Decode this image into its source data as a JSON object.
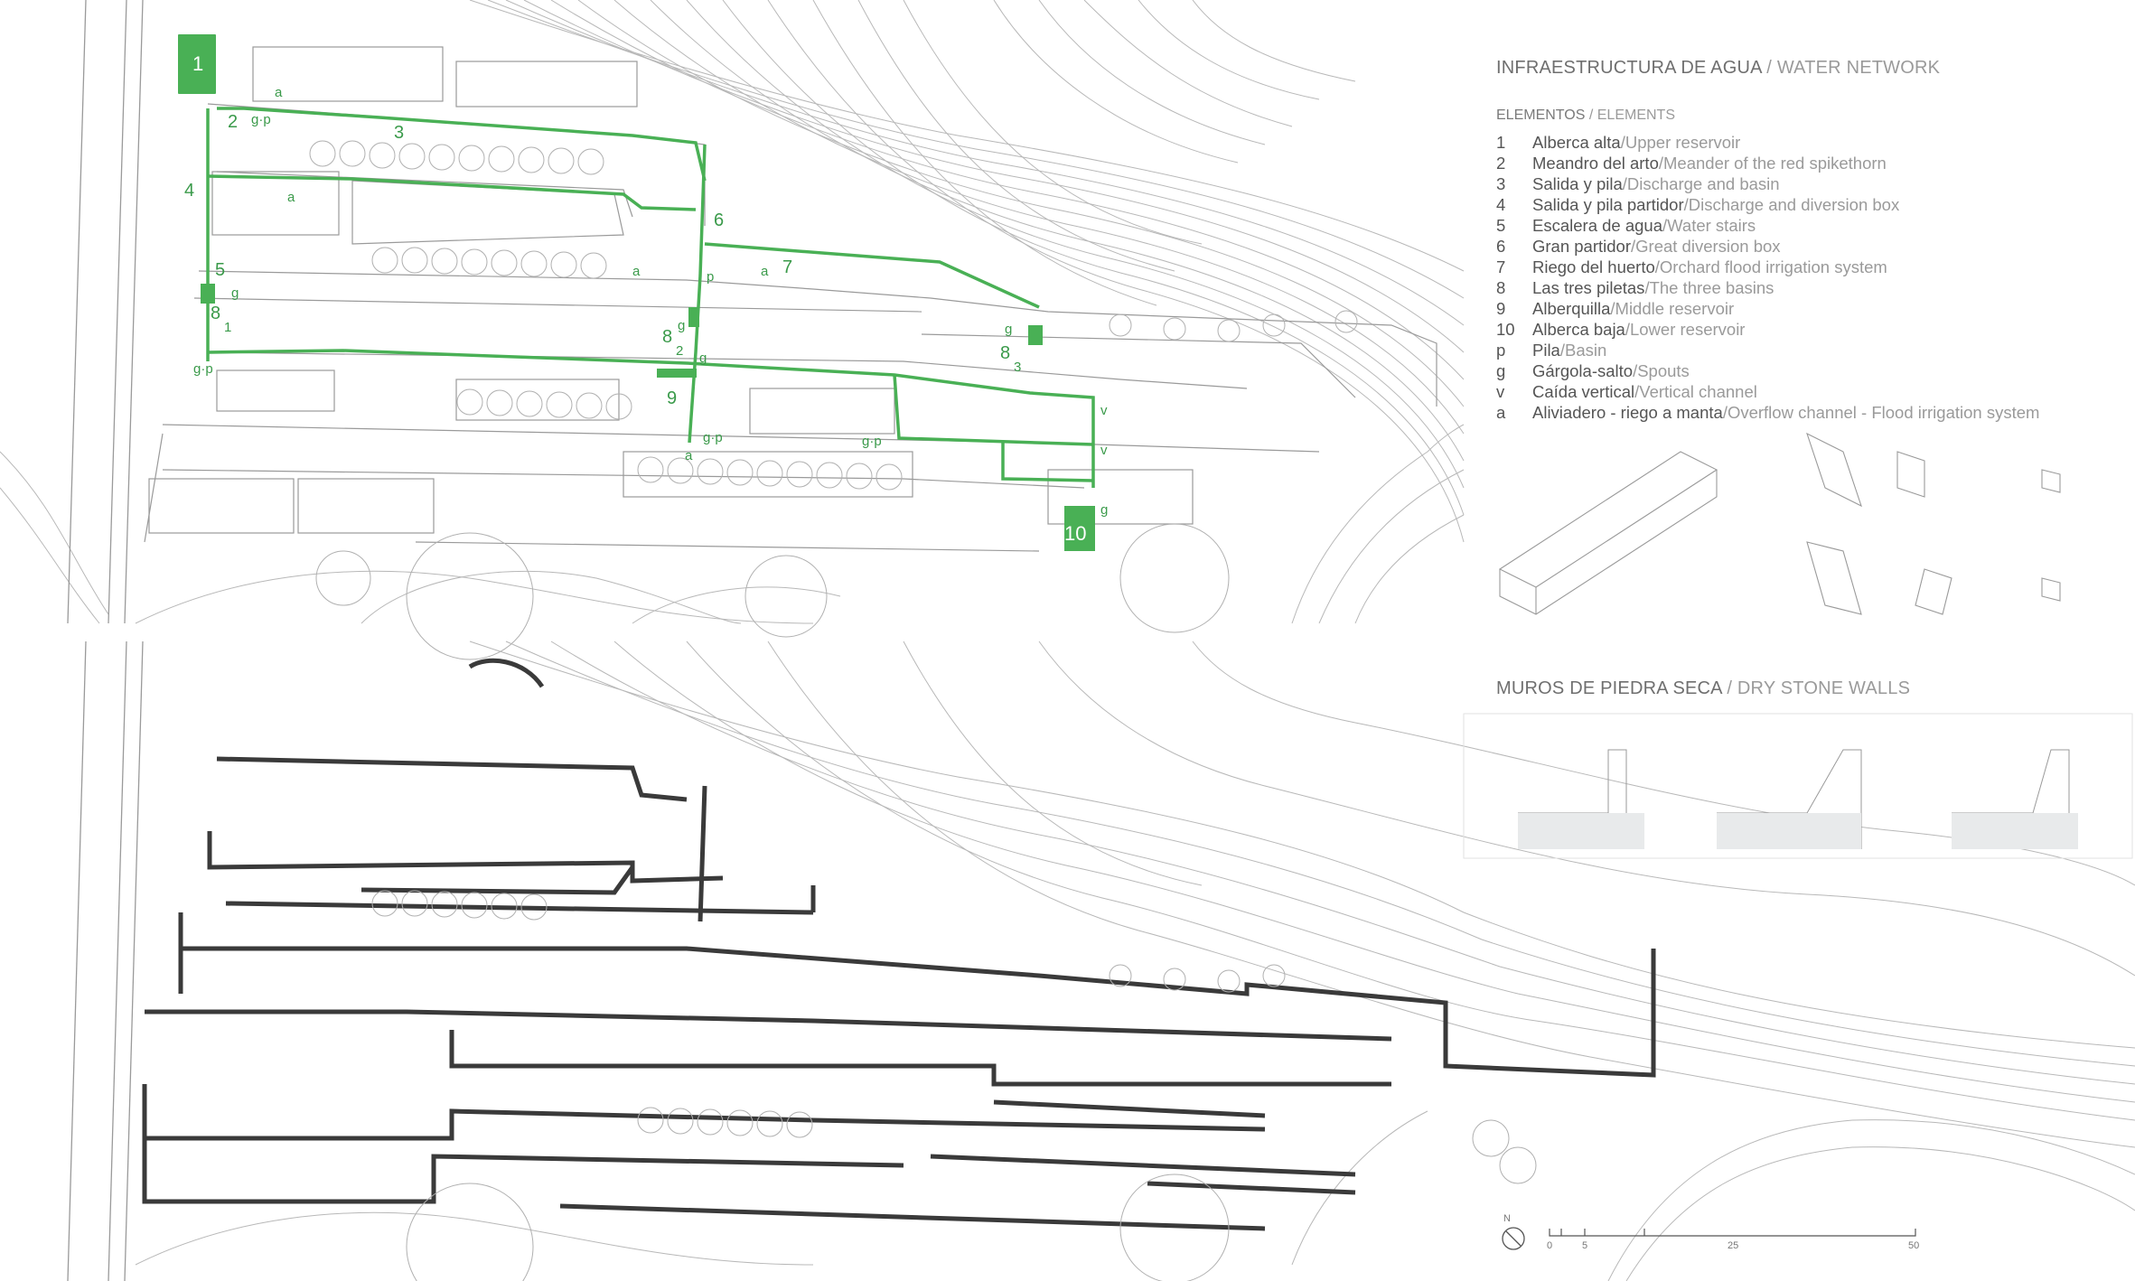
{
  "water": {
    "title_es": "INFRAESTRUCTURA DE AGUA",
    "title_sep": " / ",
    "title_en": "WATER NETWORK",
    "legend_heading_es": "ELEMENTOS",
    "legend_heading_en": "ELEMENTS",
    "legend": [
      {
        "key": "1",
        "es": "Alberca alta",
        "en": "Upper reservoir"
      },
      {
        "key": "2",
        "es": "Meandro del arto",
        "en": "Meander of the red spikethorn"
      },
      {
        "key": "3",
        "es": "Salida y pila",
        "en": "Discharge and basin"
      },
      {
        "key": "4",
        "es": "Salida y pila partidor",
        "en": "Discharge and diversion box"
      },
      {
        "key": "5",
        "es": "Escalera de agua",
        "en": "Water stairs"
      },
      {
        "key": "6",
        "es": "Gran partidor",
        "en": "Great diversion box"
      },
      {
        "key": "7",
        "es": "Riego del huerto",
        "en": "Orchard flood irrigation system"
      },
      {
        "key": "8",
        "es": "Las tres piletas",
        "en": "The three basins"
      },
      {
        "key": "9",
        "es": "Alberquilla",
        "en": "Middle reservoir"
      },
      {
        "key": "10",
        "es": "Alberca baja",
        "en": "Lower reservoir"
      },
      {
        "key": "p",
        "es": "Pila",
        "en": "Basin"
      },
      {
        "key": "g",
        "es": "Gárgola-salto",
        "en": "Spouts"
      },
      {
        "key": "v",
        "es": "Caída vertical",
        "en": "Vertical channel"
      },
      {
        "key": "a",
        "es": "Aliviadero - riego a manta",
        "en": "Overflow channel - Flood irrigation system"
      }
    ]
  },
  "walls": {
    "title_es": "MUROS DE PIEDRA SECA",
    "title_sep": " / ",
    "title_en": "DRY STONE WALLS"
  },
  "map_labels": {
    "l1": "1",
    "l2": "2",
    "l3": "3",
    "l4": "4",
    "l5": "5",
    "l6": "6",
    "l7": "7",
    "l8": "8",
    "l9": "9",
    "l10": "10",
    "s1": "1",
    "s2": "2",
    "s3": "3",
    "gp": "g·p",
    "g": "g",
    "p": "p",
    "a": "a",
    "v": "v"
  },
  "scale": {
    "s0": "0",
    "s5": "5",
    "s25": "25",
    "s50": "50",
    "north": "N"
  },
  "colors": {
    "water": "#49b055",
    "wall": "#3a3a3a",
    "lines": "#a8a8a8"
  }
}
